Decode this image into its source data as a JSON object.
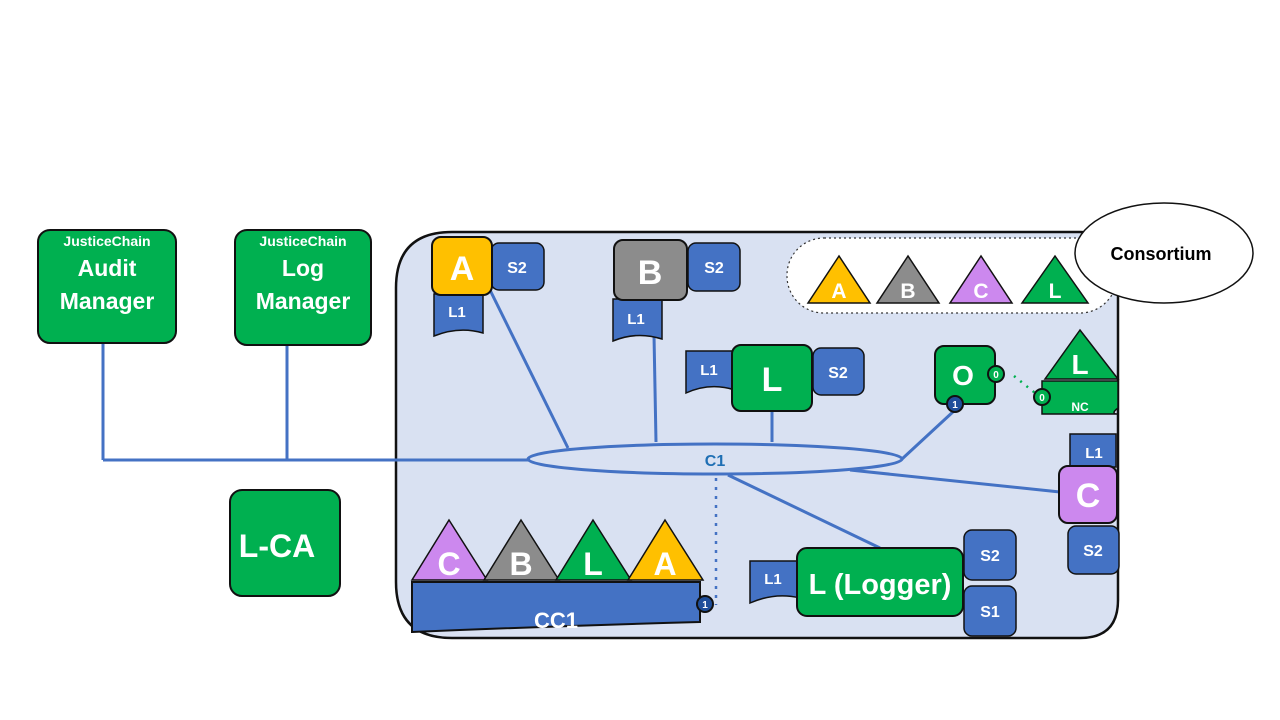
{
  "colors": {
    "green": "#00b050",
    "blue": "#4472c4",
    "orange": "#ffc000",
    "gray": "#8c8c8c",
    "purple": "#cc88ee",
    "network_bg": "#d9e1f2",
    "line": "#4472c4",
    "channel_text": "#1f6fb4"
  },
  "external": {
    "audit": {
      "brand": "JusticeChain",
      "line1": "Audit",
      "line2": "Manager"
    },
    "log": {
      "brand": "JusticeChain",
      "line1": "Log",
      "line2": "Manager"
    },
    "ca": {
      "label": "L-CA"
    }
  },
  "consortium": {
    "label": "Consortium",
    "members": [
      "A",
      "B",
      "C",
      "L"
    ]
  },
  "channel": {
    "label": "C1"
  },
  "peers": {
    "a": {
      "label": "A",
      "storage": "S2",
      "ledger": "L1"
    },
    "b": {
      "label": "B",
      "storage": "S2",
      "ledger": "L1"
    },
    "l": {
      "label": "L",
      "storage": "S2",
      "ledger": "L1"
    },
    "c": {
      "label": "C",
      "storage": "S2",
      "ledger": "L1"
    },
    "logger": {
      "label": "L (Logger)",
      "storage1": "S2",
      "storage2": "S1",
      "ledger": "L1"
    }
  },
  "orderer": {
    "label": "O",
    "port0": "0",
    "port1": "1"
  },
  "network_config": {
    "label": "NC",
    "owner": "L",
    "port": "0"
  },
  "chaincode": {
    "label": "CC1",
    "port": "1",
    "owners": [
      "C",
      "B",
      "L",
      "A"
    ]
  }
}
